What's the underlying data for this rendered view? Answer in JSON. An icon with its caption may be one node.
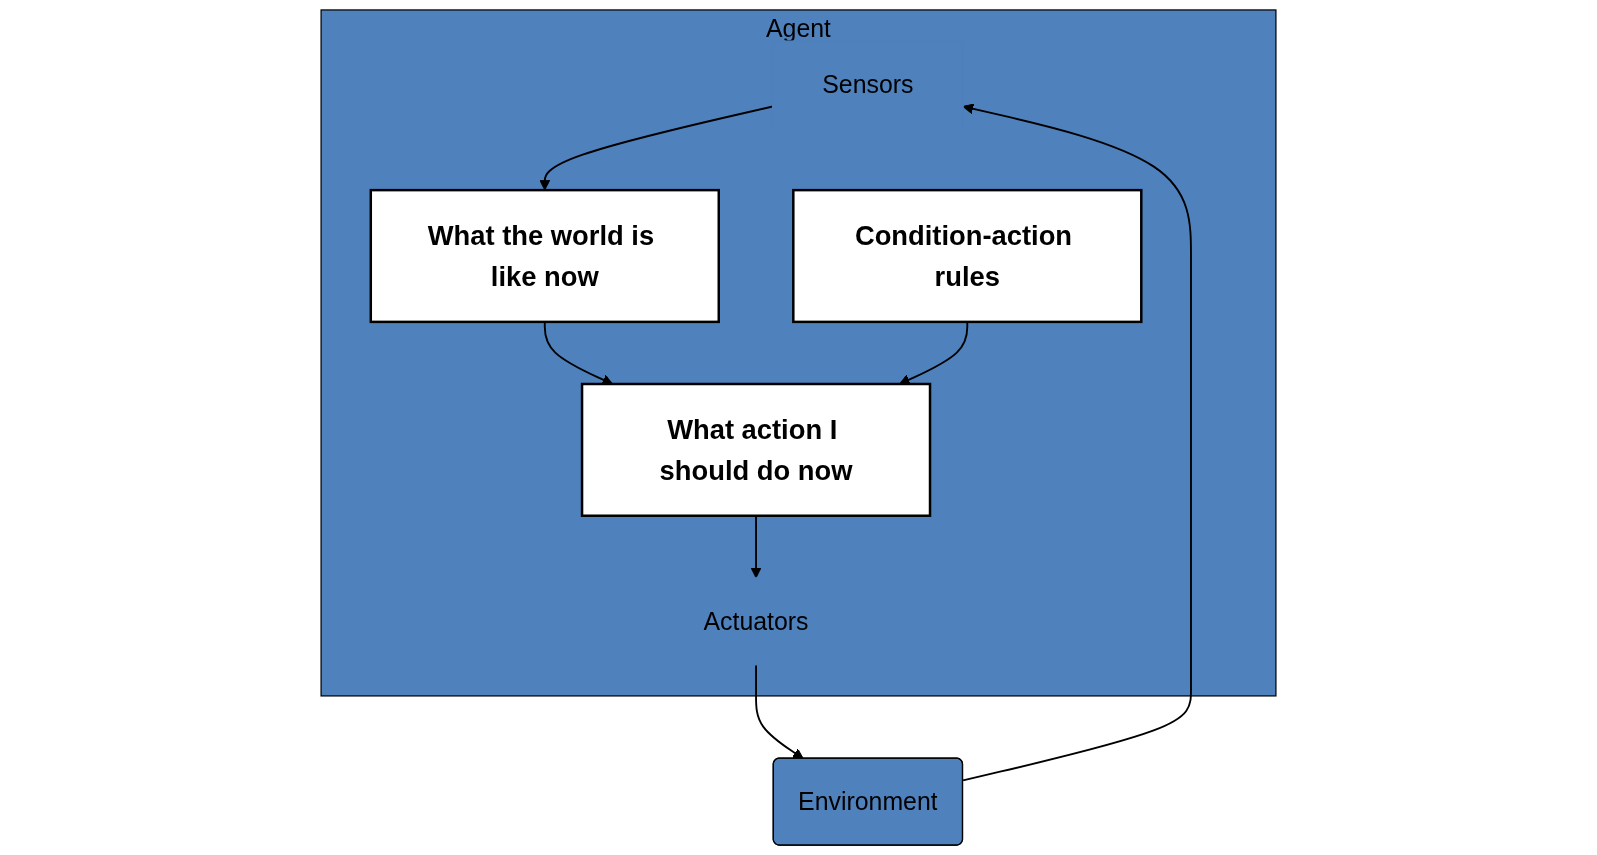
{
  "diagram": {
    "nodes": [
      {
        "text": [
          "Agent"
        ]
      },
      {
        "text": [
          "Sensors"
        ],
        "in": 0
      },
      {
        "text": [
          "What the world is like now"
        ],
        "in": 0
      },
      {
        "text": [
          "Condition-action rules"
        ],
        "in": 0
      },
      {
        "text": [
          "What action I should do now"
        ],
        "in": 0
      },
      {
        "text": [
          "Actuators"
        ],
        "in": 0
      },
      {
        "text": [
          "Environment"
        ]
      }
    ],
    "edges": [
      {
        "from": 6,
        "to": 1,
        "arrow": "to"
      },
      {
        "from": 1,
        "to": 2,
        "arrow": "to"
      },
      {
        "from": 2,
        "to": 4,
        "arrow": "to"
      },
      {
        "from": 3,
        "to": 4,
        "arrow": "to"
      },
      {
        "from": 4,
        "to": 5,
        "arrow": "to"
      },
      {
        "from": 5,
        "to": 6,
        "arrow": "to"
      }
    ]
  }
}
